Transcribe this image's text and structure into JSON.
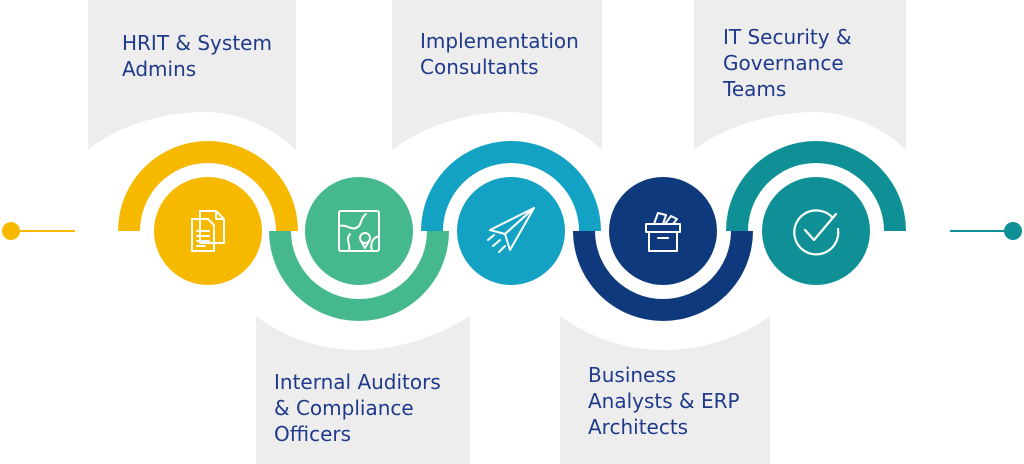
{
  "diagram": {
    "stages": [
      {
        "id": 1,
        "label": "HRIT & System\nAdmins",
        "position": "top",
        "icon": "documents-icon",
        "color": "#f7b900"
      },
      {
        "id": 2,
        "label": "Internal Auditors\n& Compliance\nOfficers",
        "position": "bottom",
        "icon": "map-location-icon",
        "color": "#45b98d"
      },
      {
        "id": 3,
        "label": "Implementation\nConsultants",
        "position": "top",
        "icon": "paper-plane-icon",
        "color": "#14a2c4"
      },
      {
        "id": 4,
        "label": "Business\nAnalysts & ERP\nArchitects",
        "position": "bottom",
        "icon": "archive-box-icon",
        "color": "#0e3a7d"
      },
      {
        "id": 5,
        "label": "IT Security &\nGovernance\nTeams",
        "position": "top",
        "icon": "check-circle-icon",
        "color": "#0f9096"
      }
    ],
    "panel_color": "#ededed",
    "text_color": "#1f3a8a",
    "start_dot_color": "#f7b900",
    "end_dot_color": "#0f9096"
  }
}
